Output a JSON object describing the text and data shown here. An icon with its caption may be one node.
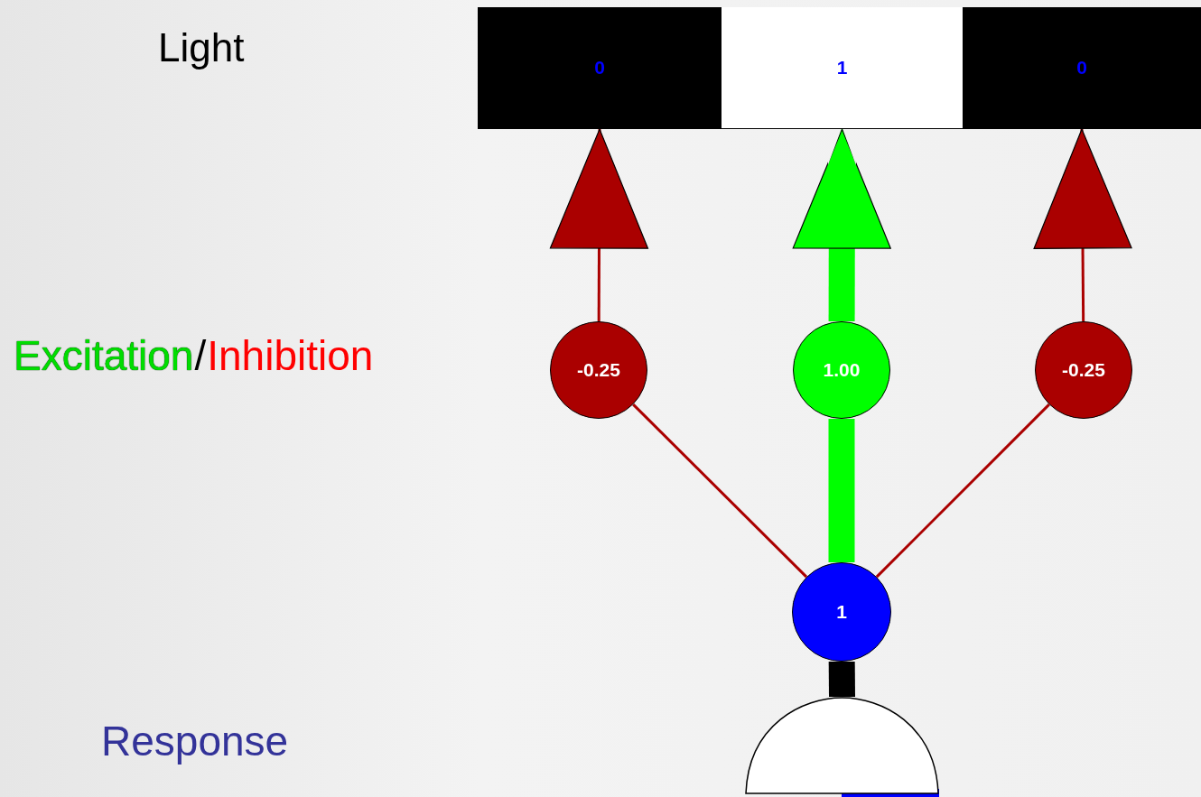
{
  "diagram": {
    "nodes": [
      {
        "text": [
          "0"
        ]
      },
      {
        "text": [
          "1"
        ]
      },
      {
        "text": [
          "0"
        ]
      },
      {
        "text": [
          "-0.25"
        ]
      },
      {
        "text": [
          "1.00"
        ]
      },
      {
        "text": [
          "-0.25"
        ]
      },
      {
        "text": [
          "1"
        ]
      },
      {
        "text": [],
        "shape": "dome"
      }
    ],
    "edges": [
      {
        "from": 3,
        "to": 0,
        "arrow": "to"
      },
      {
        "from": 4,
        "to": 1,
        "arrow": "to",
        "style": "thick",
        "color": "#00ff00"
      },
      {
        "from": 5,
        "to": 2,
        "arrow": "to"
      },
      {
        "from": 6,
        "to": 3,
        "arrow": "none"
      },
      {
        "from": 6,
        "to": 4,
        "arrow": "none",
        "style": "thick",
        "color": "#00ff00"
      },
      {
        "from": 6,
        "to": 5,
        "arrow": "none"
      },
      {
        "from": 7,
        "to": 6,
        "arrow": "none",
        "style": "thick",
        "color": "#000000"
      }
    ],
    "labels": [
      "Light",
      "Excitation",
      "/",
      "Inhibition",
      "Response"
    ]
  }
}
